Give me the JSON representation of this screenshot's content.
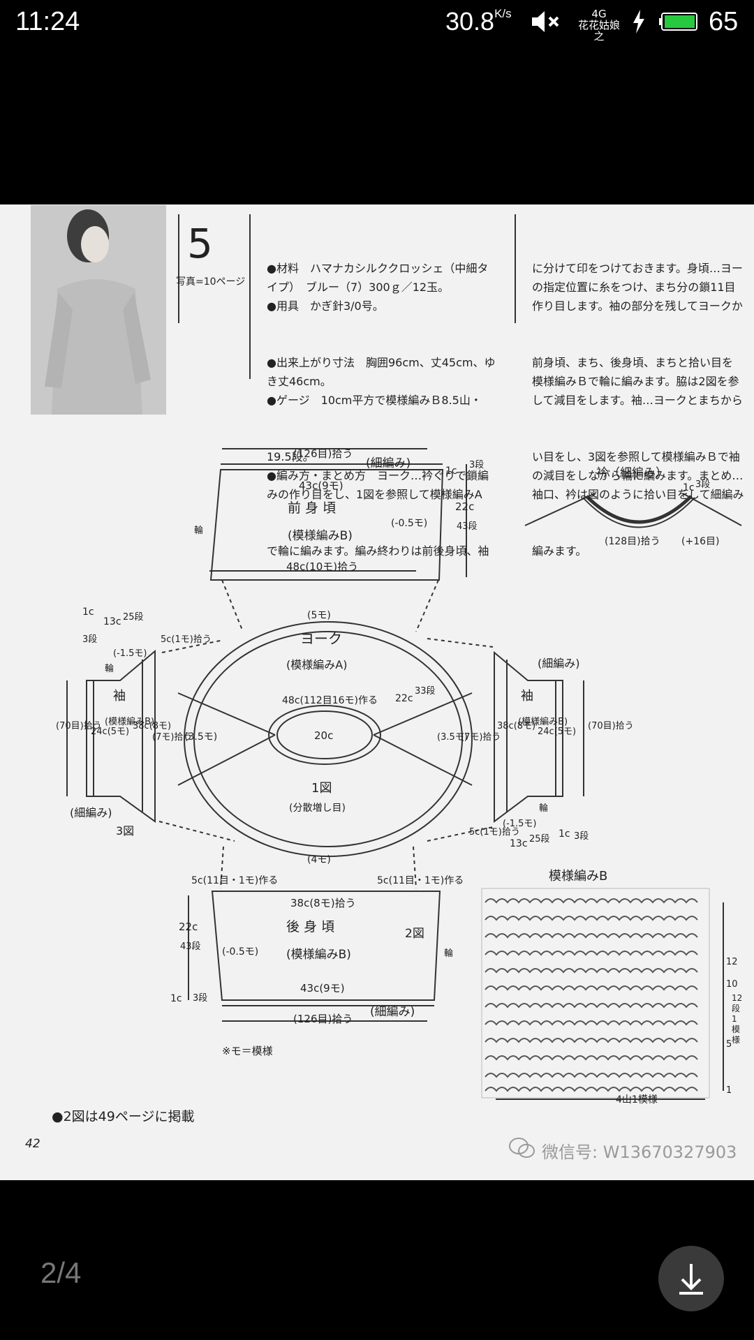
{
  "status_bar": {
    "time": "11:24",
    "net_speed": "30.8",
    "net_unit": "K/s",
    "network": "4G",
    "carrier": "花花姑娘之",
    "battery": "65"
  },
  "page": {
    "pattern_no": "5",
    "photo_ref": "写真=10ページ",
    "info_lines": [
      "●材料　ハマナカシルククロッシェ（中細タ",
      "イプ）　ブルー（7）300ｇ／12玉。",
      "●用具　かぎ針3/0号。",
      "●出来上がり寸法　胸囲96cm、丈45cm、ゆ",
      "き丈46cm。",
      "●ゲージ　10cm平方で模様編みＢ8.5山・",
      "19.5段。",
      "●編み方・まとめ方　ヨーク…衿ぐりで鎖編",
      "みの作り目をし、1図を参照して模様編みA",
      "で輪に編みます。編み終わりは前後身頃、袖"
    ],
    "right_lines": [
      "に分けて印をつけておきます。身頃…ヨー",
      "の指定位置に糸をつけ、まち分の鎖11目",
      "作り目します。袖の部分を残してヨークか",
      "前身頃、まち、後身頃、まちと拾い目を",
      "模様編みＢで輪に編みます。脇は2図を参",
      "して減目をします。袖…ヨークとまちから",
      "い目をし、3図を参照して模様編みＢで袖",
      "の減目をしながら輪に編みます。まとめ…",
      "袖口、衿は図のように拾い目をして細編み",
      "編みます。"
    ],
    "front_body": {
      "top_pick": "(126目)拾う",
      "edge": "(細編み)",
      "width_top": "43c(9モ)",
      "title": "前 身 頃",
      "pattern": "(模様編みB)",
      "dec": "(-0.5モ)",
      "width_bottom": "48c(10モ)拾う",
      "ring": "輪",
      "edge_h": "1c",
      "edge_rows": "3段",
      "height": "22c",
      "rows": "43段"
    },
    "collar": {
      "title": "衿（細編み）",
      "h": "1c",
      "rows": "3段",
      "pick": "(128目)拾う",
      "inc": "(+16目)"
    },
    "yoke": {
      "top": "(5モ)",
      "title": "ヨーク",
      "pattern": "(模様編みA)",
      "neck": "48c(112目16モ)作る",
      "depth": "22c",
      "depth_rows": "33段",
      "center": "20c",
      "side": "(3.5モ)",
      "fig": "1図",
      "fig_sub": "(分散増し目)",
      "bottom": "(4モ)"
    },
    "sleeve_left": {
      "cuff_h": "1c",
      "cuff_rows": "3段",
      "len": "13c",
      "len_rows": "25段",
      "dec": "(-1.5モ)",
      "ring": "輪",
      "gusset": "5c(1モ)拾う",
      "title": "袖",
      "pattern": "(模様編みB)",
      "pick": "(70目)拾う",
      "w_cuff": "24c(5モ)",
      "w_top": "38c(8モ)",
      "pick2": "(7モ)拾う",
      "edge": "(細編み)",
      "fig": "3図"
    },
    "sleeve_right": {
      "edge": "(細編み)",
      "title": "袖",
      "pattern": "(模様編みB)",
      "w_top": "38c(8モ)",
      "w_cuff": "24c(5モ)",
      "pick": "(70目)拾う",
      "pick2": "(7モ)拾う",
      "side": "(3.5モ)",
      "ring": "輪",
      "dec": "(-1.5モ)",
      "gusset": "5c(1モ)拾う",
      "len": "13c",
      "len_rows": "25段",
      "cuff_h": "1c",
      "cuff_rows": "3段"
    },
    "back_body": {
      "gusset_l": "5c(11目・1モ)作る",
      "gusset_r": "5c(11目・1モ)作る",
      "width_top": "38c(8モ)拾う",
      "title": "後 身 頃",
      "pattern": "(模様編みB)",
      "fig": "2図",
      "ring": "輪",
      "dec": "(-0.5モ)",
      "height": "22c",
      "rows": "43段",
      "width_bottom": "43c(9モ)",
      "edge_h": "1c",
      "edge_rows": "3段",
      "edge": "(細編み)",
      "pick": "(126目)拾う",
      "note": "※モ＝模様"
    },
    "chart_b": {
      "title": "模様編みB",
      "rows": [
        "12",
        "10",
        "5",
        "1"
      ],
      "repeat_label": "12段1模様",
      "bottom": "4山1模様"
    },
    "footnote": "●2図は49ページに掲載",
    "page_number": "42",
    "wechat": "微信号: W13670327903"
  },
  "viewer": {
    "page_indicator": "2/4",
    "download_icon": "download-icon"
  }
}
